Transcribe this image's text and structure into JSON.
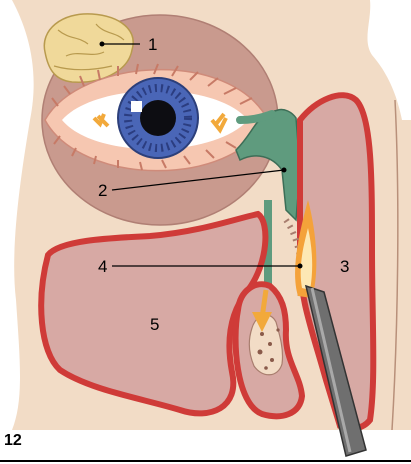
{
  "figure": {
    "number": "12"
  },
  "labels": [
    {
      "id": "1",
      "text": "1"
    },
    {
      "id": "2",
      "text": "2"
    },
    {
      "id": "3",
      "text": "3"
    },
    {
      "id": "4",
      "text": "4"
    },
    {
      "id": "5",
      "text": "5"
    }
  ],
  "colors": {
    "skin": "#f2dcc6",
    "cavity": "#d7a9a4",
    "cavity_dark": "#c99590",
    "rim": "#cf3b38",
    "duct": "#5f9b7e",
    "iris": "#4a66b7",
    "gland": "#f0d99a",
    "arrow": "#f2a93b",
    "endoscope": "#6f6f6f"
  }
}
